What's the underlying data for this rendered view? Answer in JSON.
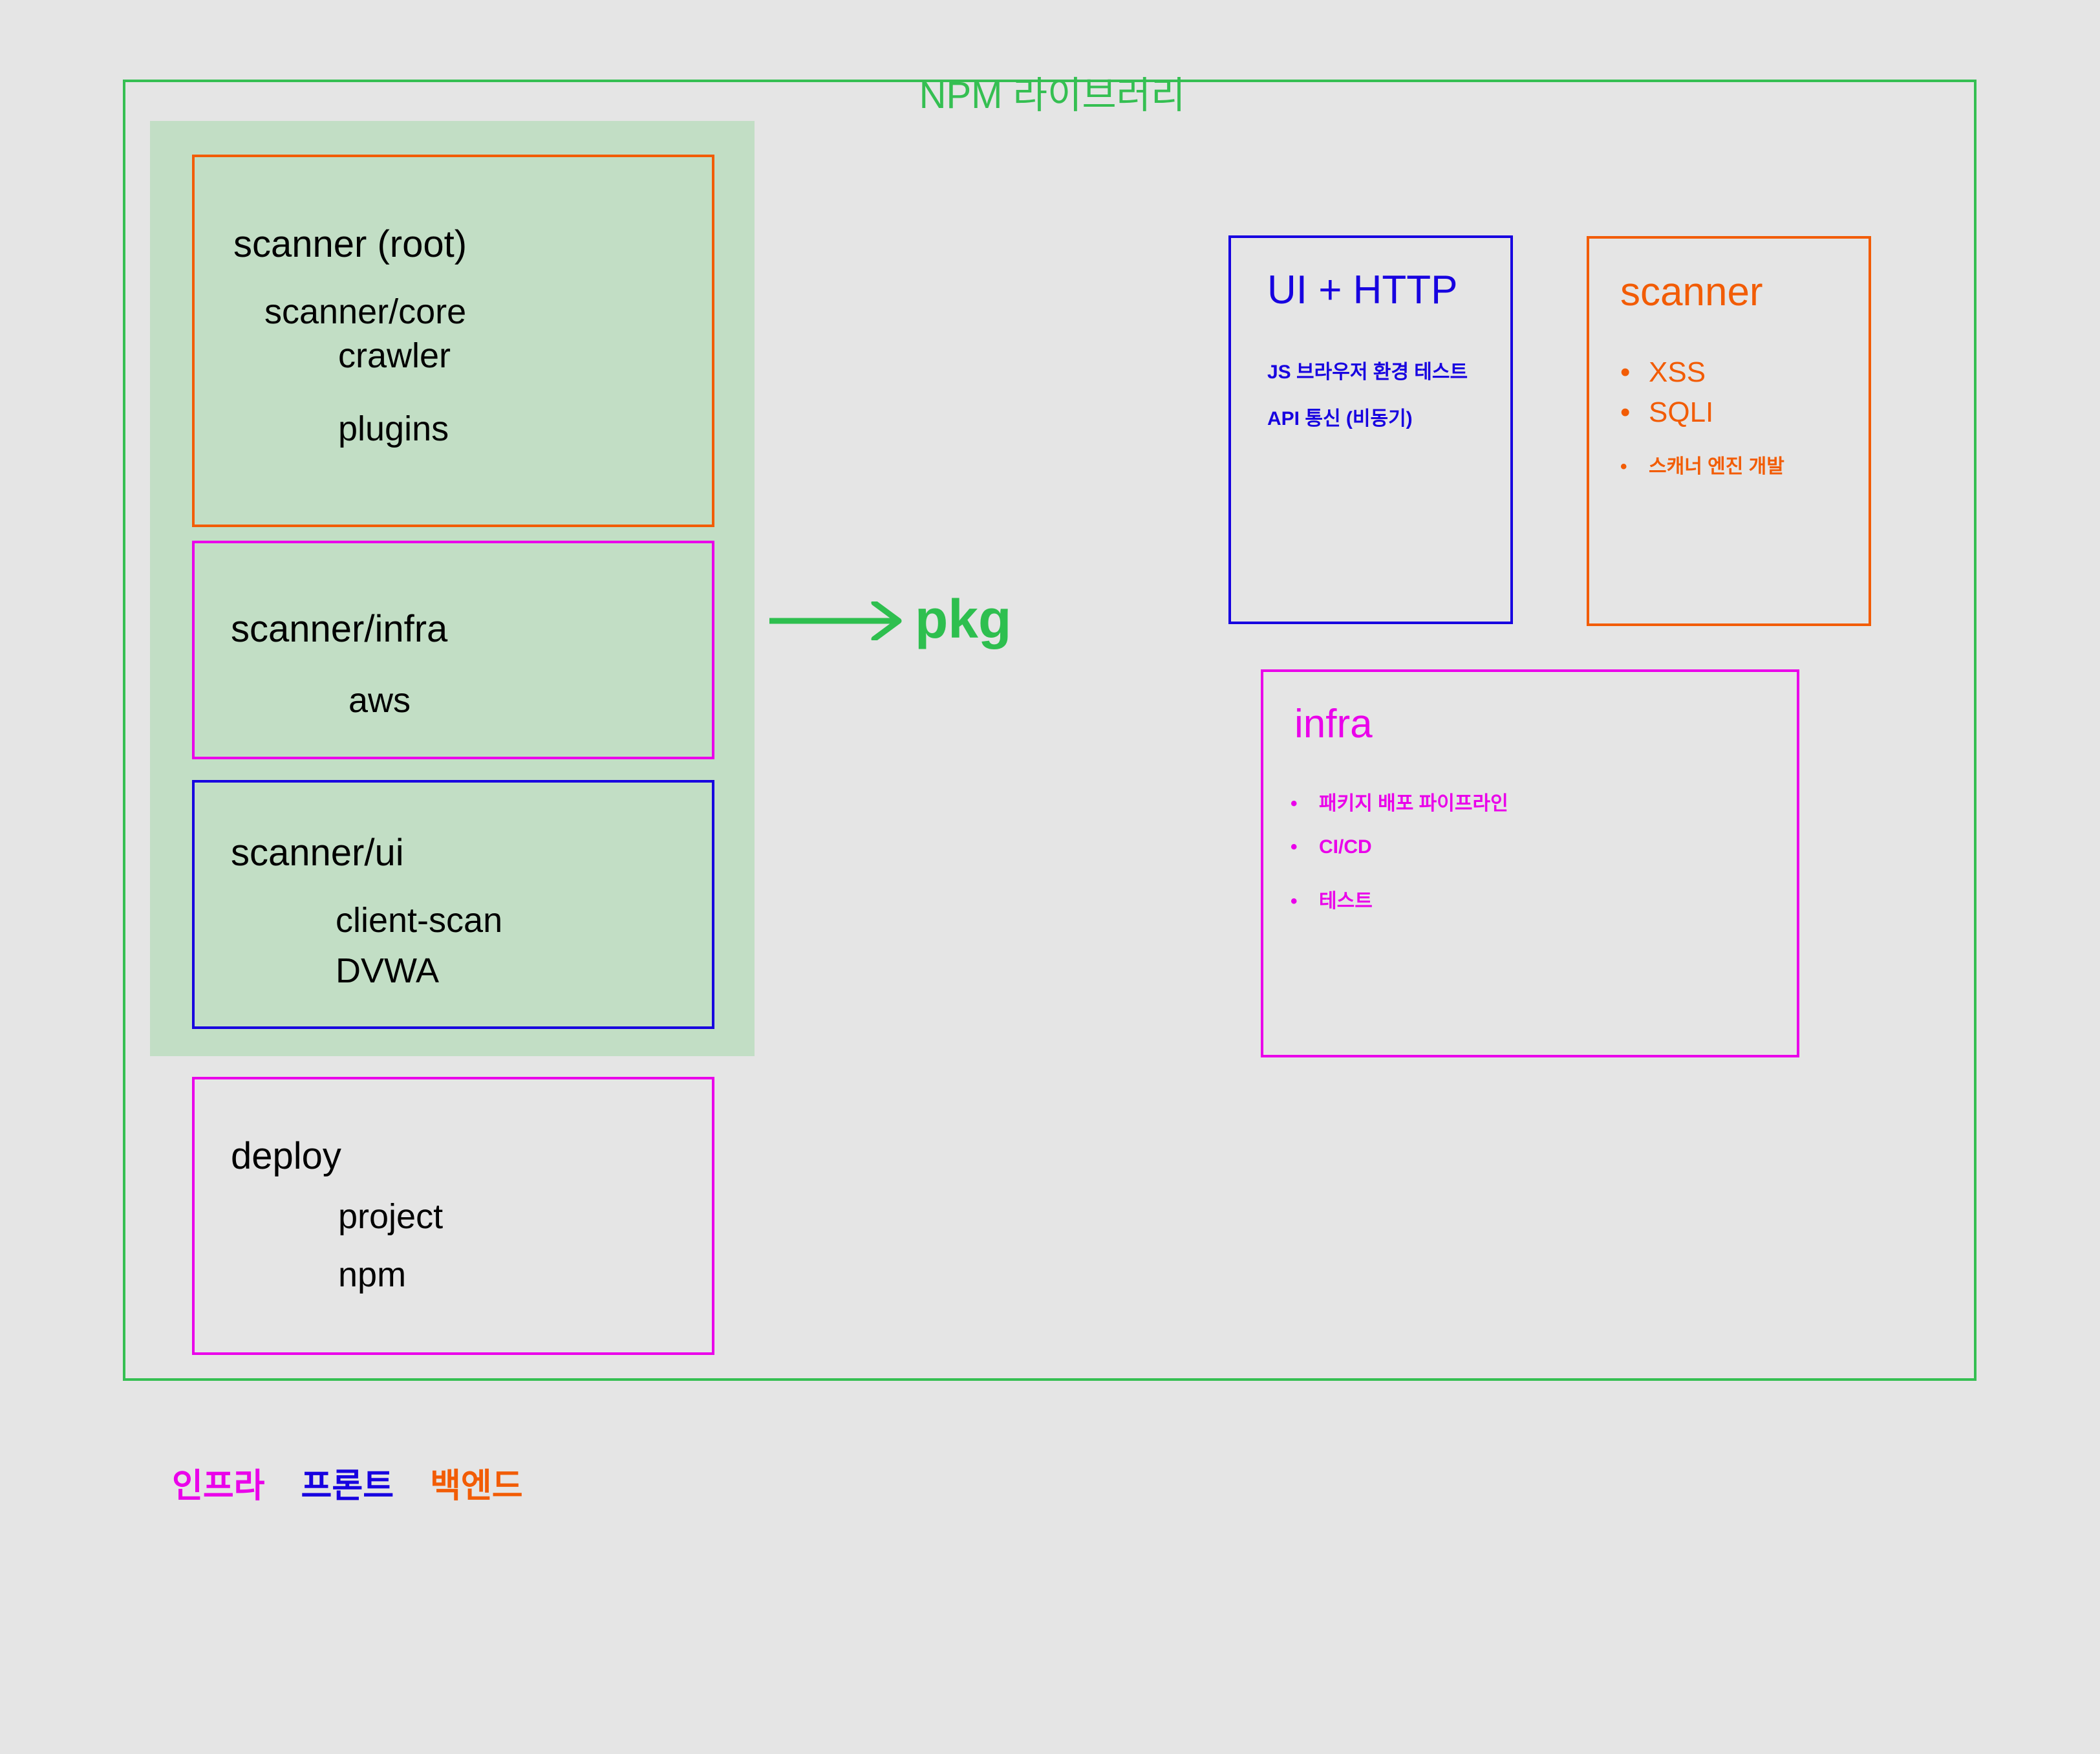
{
  "diagram": {
    "frame_title": "NPM 라이브러리",
    "frame_color": "#35bf52",
    "background": "#e5e5e5",
    "group_fill": "#c2dec5"
  },
  "tree": {
    "root_box": {
      "title": "scanner (root)",
      "border_color": "#f25c05",
      "children": [
        "scanner/core",
        "crawler",
        "plugins"
      ]
    },
    "infra_box": {
      "title": "scanner/infra",
      "border_color": "#ea00ea",
      "children": [
        "aws"
      ]
    },
    "ui_box": {
      "title": "scanner/ui",
      "border_color": "#1700e0",
      "children": [
        "client-scan",
        "DVWA"
      ]
    },
    "deploy_box": {
      "title": "deploy",
      "border_color": "#ea00ea",
      "children": [
        "project",
        "npm"
      ]
    }
  },
  "flow": {
    "arrow_label": "pkg",
    "arrow_color": "#2ebf4f"
  },
  "cards": {
    "uihttp": {
      "title": "UI + HTTP",
      "color": "#1700e0",
      "lines": [
        "JS 브라우저 환경 테스트",
        "API 통신 (비동기)"
      ]
    },
    "scanner": {
      "title": "scanner",
      "color": "#f25c05",
      "bullets": [
        "XSS",
        "SQLI",
        "스캐너 엔진 개발"
      ],
      "bullet_glyph": "•"
    },
    "infra": {
      "title": "infra",
      "color": "#ea00ea",
      "bullets": [
        "패키지 배포 파이프라인",
        "CI/CD",
        "테스트"
      ],
      "bullet_glyph": "•"
    }
  },
  "legend": {
    "items": [
      {
        "label": "인프라",
        "color": "#ea00ea"
      },
      {
        "label": "프론트",
        "color": "#1700e0"
      },
      {
        "label": "백엔드",
        "color": "#f25c05"
      }
    ]
  }
}
